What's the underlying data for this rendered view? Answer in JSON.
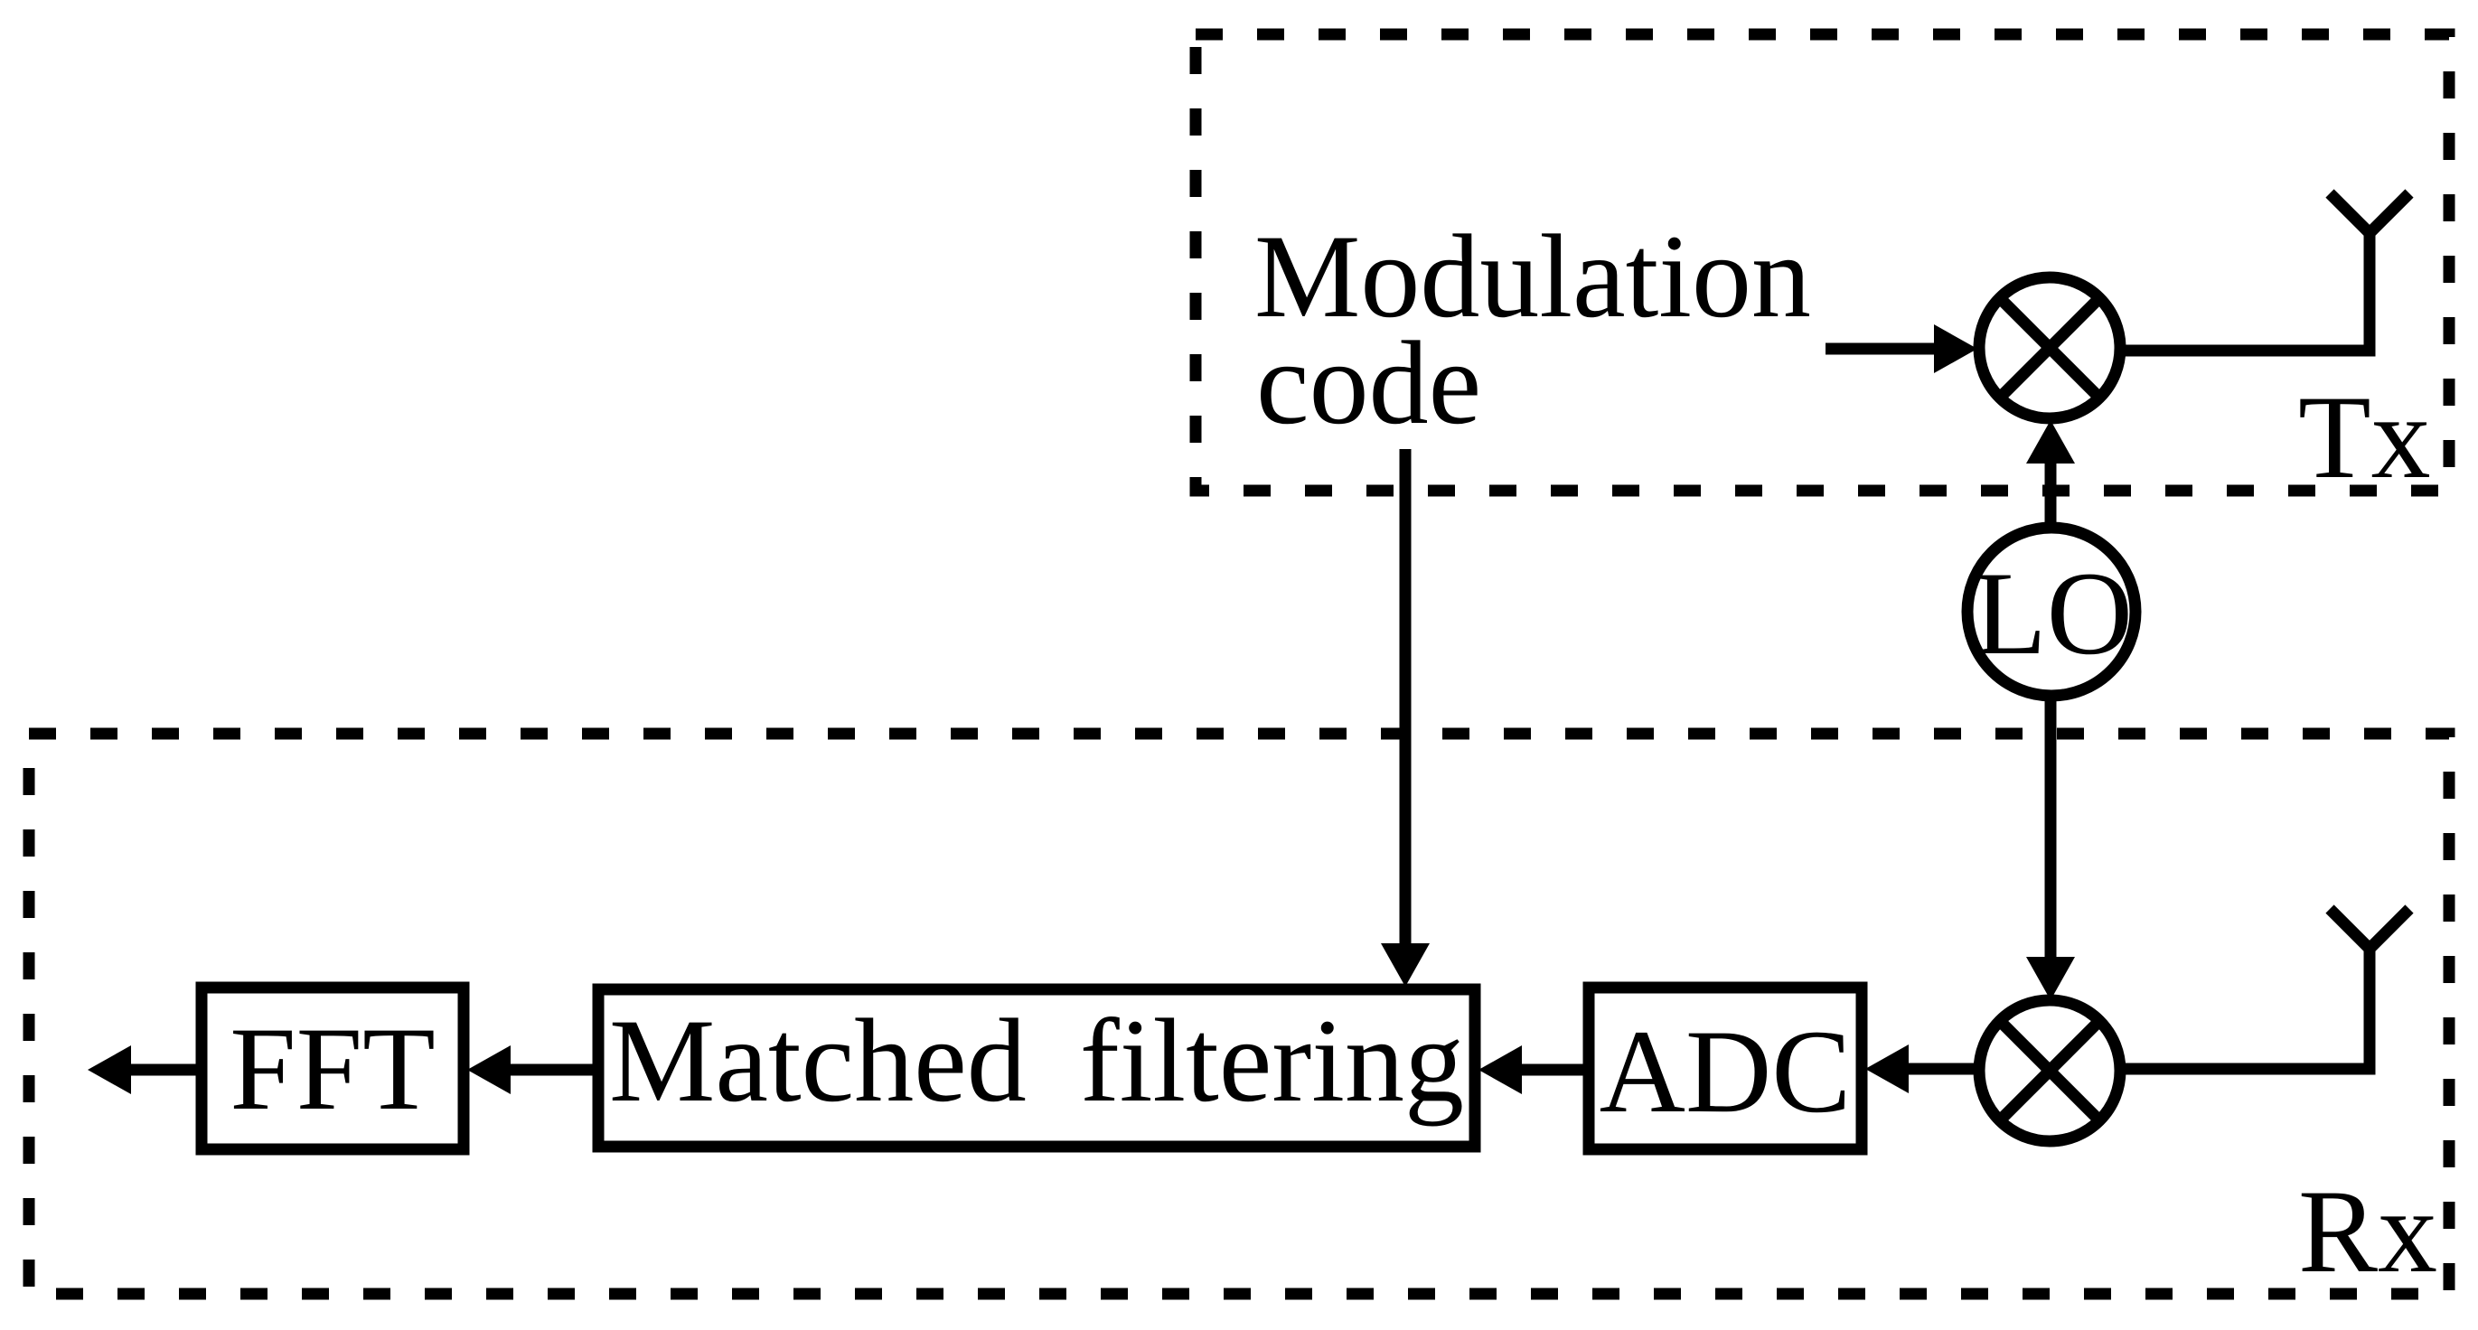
{
  "colors": {
    "ink": "#000000",
    "background": "#ffffff"
  },
  "tx_section": {
    "label": "Tx",
    "modulation_code": {
      "line1": "Modulation",
      "line2": "code"
    }
  },
  "oscillator": {
    "label": "LO"
  },
  "rx_section": {
    "label": "Rx",
    "blocks": {
      "fft": "FFT",
      "matched_filtering": "Matched filtering",
      "adc": "ADC"
    }
  },
  "icons": {
    "tx_mixer": "multiplier-mixer-icon",
    "rx_mixer": "multiplier-mixer-icon",
    "tx_antenna": "antenna-icon",
    "rx_antenna": "antenna-icon"
  }
}
